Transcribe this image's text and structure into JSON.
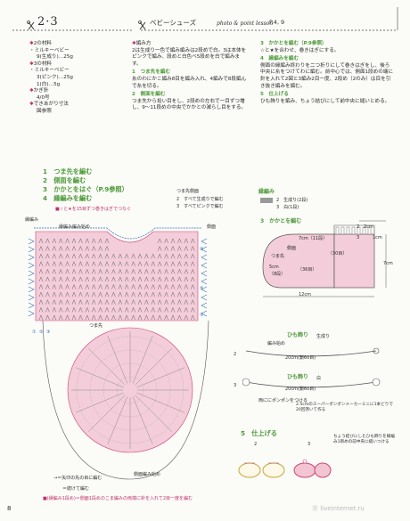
{
  "header": {
    "left_num": "2·3",
    "title": "ベビーシューズ",
    "subtitle": "photo & point lesson",
    "page_ref": "P.4, 9"
  },
  "materials": {
    "item2_label": "2の材料",
    "item2_lines": [
      "・ミルキーベビー",
      "9(生成り)…25g"
    ],
    "item3_label": "3の材料",
    "item3_lines": [
      "・ミルキーベビー",
      "3(ピンク)…25g",
      "1(白)…5g"
    ],
    "hook_label": "かぎ針",
    "hook_value": "4/0号",
    "gauge_label": "できあがり寸法",
    "gauge_value": "図参照"
  },
  "how": {
    "title": "編み方",
    "intro": "2は生成り一色で編み編みは2段めで白。3は本体をピンクで編み、段めと白色ベ5段めを白で編みます。",
    "s1_title": "1　つま先を編む",
    "s1_body": "糸のわにかこ編み8目を編み入れ、4編みで8段編んで糸を切る。",
    "s2_title": "2　側面を編む",
    "s2_body": "つま先から拾い目をし、2段めの左右で一目ずつ増し、9～11段めの中央でかかとの減らし目をする。",
    "s3_title": "3　かかとを編む（P.9参照）",
    "s3_body": "☆と★を合わせ、巻きはぎにする。",
    "s4_title": "4　縁編みを編む",
    "s4_body": "側面の縁編み終わりを二つ折りにして巻きはぎをし、後ろ中央に糸をつけてわに編む。前中心では、側面1段めの端に針を入れて2図と3編み2目一度、2段め（2のみ）は目を引き抜き編みを編む。",
    "s5_title": "5　仕上げる",
    "s5_body": "ひも飾りを編み、ちょう結びにして前中央に縫いとめる。"
  },
  "steps": [
    {
      "num": "1",
      "text": "つま先を編む"
    },
    {
      "num": "2",
      "text": "側面を編む"
    },
    {
      "num": "3",
      "text": "かかとをはぐ（P.9参照）"
    },
    {
      "num": "4",
      "text": "縁編みを編む"
    }
  ],
  "chart": {
    "note": "■☆と★を15目ずつ巻きはぎでつなぐ",
    "edge_label": "縁編み",
    "edge_start": "縁編み編み始め",
    "side_label": "側面",
    "toe_label": "つま先",
    "toe_side_label": "つま先側面",
    "legend1": "2　すべて生成りで編む",
    "legend2": "3　すべてピンクで編む",
    "edge_legend_title": "縁編み",
    "edge_legend_1": "2　生成り(2段)",
    "edge_legend_2": "3　白(1段)",
    "pick_note": "→＝矢印の先の目に編む",
    "dot_note": "＝続けて編む",
    "footer_note": "■(縁編み1段め)＝側面1段めのこま編みの両端に針を入れて2目一度を編む",
    "left_num1": "①",
    "left_num2": "②",
    "left_num3": "③",
    "row_nums": [
      "⑩",
      "⑤",
      "①"
    ],
    "side_start": "側面編み始め",
    "toe_start": "5段"
  },
  "diagram": {
    "heel_label": "3　かかとを編む",
    "side_label": "側面",
    "toe_label": "つま先",
    "dim_7a": "7cm（11段）",
    "dim_30": "（30目）",
    "dim_36": "（36目）",
    "dim_5cm": "5cm",
    "dim_8": "（8段）",
    "dim_12": "12cm",
    "dim_7b": "7cm",
    "dim_2": "2",
    "dim_2cm": "2cm",
    "dim_1cm": "1cm",
    "dim_3": "3",
    "dim_star": "☆"
  },
  "cord": {
    "title": "ひも飾り",
    "color_2": "生成り",
    "color_3": "白",
    "start_label": "編み始め",
    "length1": "20cm(鎖60目)",
    "length2": "20cm(鎖60目)",
    "pompom_note": "両ににポンポンをつける",
    "pompom_detail": "2.5cmのスーパーポンポンメーカーミニに1本どりで20回巻いて作る",
    "label_2": "2",
    "label_3": "3"
  },
  "finish": {
    "title": "5　仕上げる",
    "note": "ちょう結びにしたひも飾りを縁編み1目めの前中央に縫いつける",
    "label_2": "2",
    "label_3": "3"
  },
  "page_number": "8",
  "watermark": "Ⓡ liveinternet.ru",
  "colors": {
    "green": "#4e9a3a",
    "pink": "#f0c9d6",
    "magenta": "#c0306a",
    "blue": "#2e6fb5"
  }
}
